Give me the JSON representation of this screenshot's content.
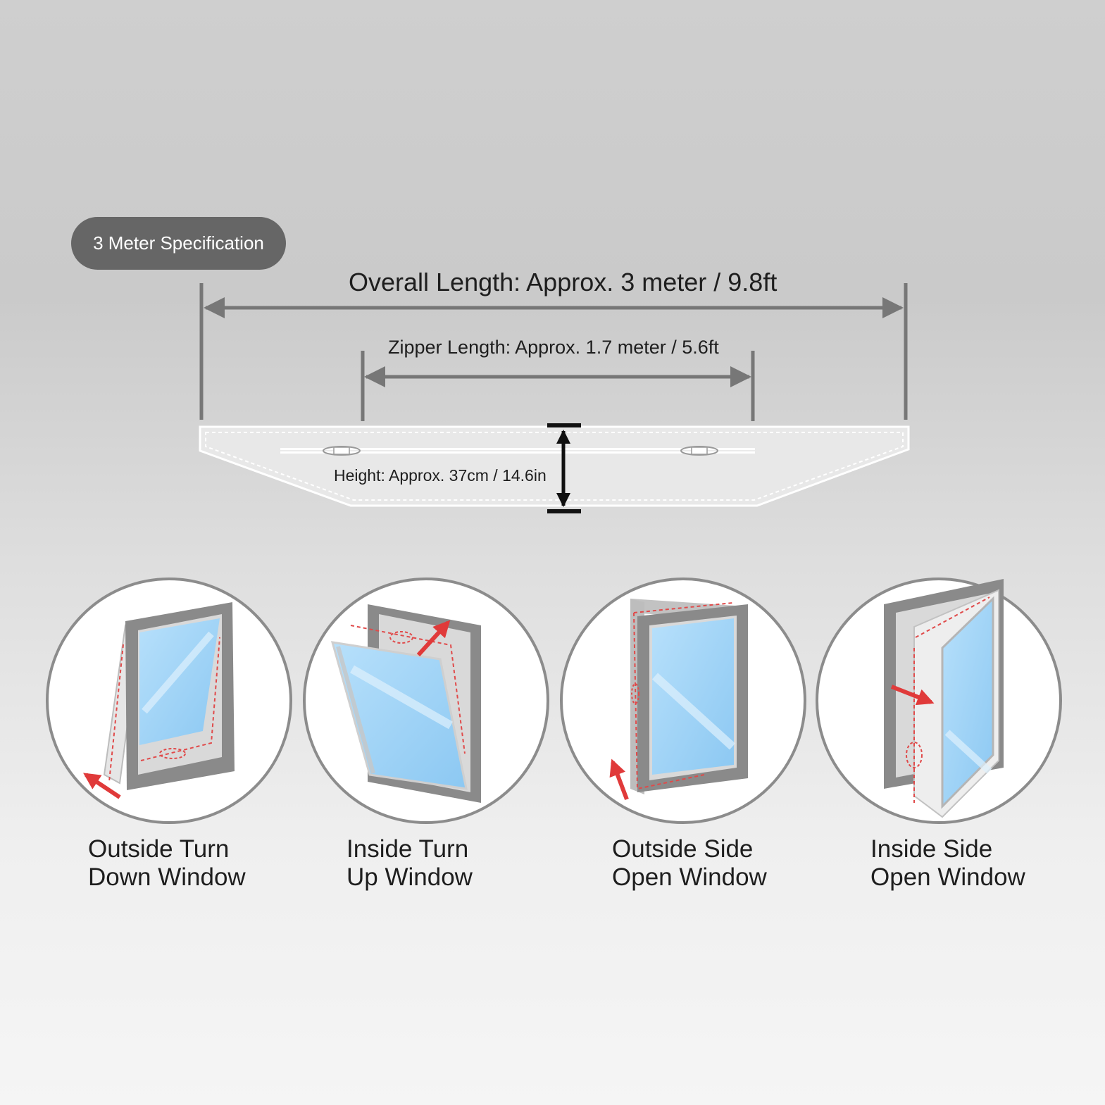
{
  "badge": "3 Meter Specification",
  "dimensions": {
    "overall": "Overall Length: Approx. 3 meter / 9.8ft",
    "zipper": "Zipper Length: Approx. 1.7 meter / 5.6ft",
    "height": "Height: Approx. 37cm / 14.6in"
  },
  "window_types": [
    {
      "line1": "Outside Turn",
      "line2": "Down Window"
    },
    {
      "line1": "Inside Turn",
      "line2": "Up Window"
    },
    {
      "line1": "Outside Side",
      "line2": "Open Window"
    },
    {
      "line1": "Inside Side",
      "line2": "Open Window"
    }
  ],
  "colors": {
    "dimension_line": "#777777",
    "glass": "#9fd3f6",
    "frame": "#8a8a8a",
    "seal_dash": "#e04a4a",
    "arrow": "#e03a3a"
  }
}
